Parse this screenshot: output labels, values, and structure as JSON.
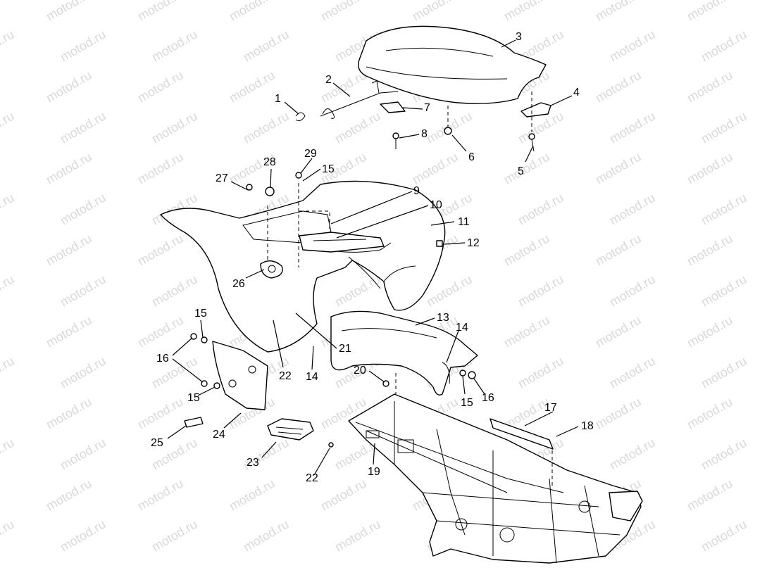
{
  "watermark": {
    "text": "motod.ru",
    "color": "#d9d9d9"
  },
  "callouts": [
    {
      "id": "c1",
      "label": "1"
    },
    {
      "id": "c2",
      "label": "2"
    },
    {
      "id": "c3",
      "label": "3"
    },
    {
      "id": "c4",
      "label": "4"
    },
    {
      "id": "c5",
      "label": "5"
    },
    {
      "id": "c6",
      "label": "6"
    },
    {
      "id": "c7",
      "label": "7"
    },
    {
      "id": "c8",
      "label": "8"
    },
    {
      "id": "c9",
      "label": "9"
    },
    {
      "id": "c10",
      "label": "10"
    },
    {
      "id": "c11",
      "label": "11"
    },
    {
      "id": "c12",
      "label": "12"
    },
    {
      "id": "c13",
      "label": "13"
    },
    {
      "id": "c14a",
      "label": "14"
    },
    {
      "id": "c14b",
      "label": "14"
    },
    {
      "id": "c15a",
      "label": "15"
    },
    {
      "id": "c15b",
      "label": "15"
    },
    {
      "id": "c15c",
      "label": "15"
    },
    {
      "id": "c15d",
      "label": "15"
    },
    {
      "id": "c16a",
      "label": "16"
    },
    {
      "id": "c16b",
      "label": "16"
    },
    {
      "id": "c17",
      "label": "17"
    },
    {
      "id": "c18",
      "label": "18"
    },
    {
      "id": "c19",
      "label": "19"
    },
    {
      "id": "c20",
      "label": "20"
    },
    {
      "id": "c21",
      "label": "21"
    },
    {
      "id": "c22a",
      "label": "22"
    },
    {
      "id": "c22b",
      "label": "22"
    },
    {
      "id": "c23",
      "label": "23"
    },
    {
      "id": "c24",
      "label": "24"
    },
    {
      "id": "c25",
      "label": "25"
    },
    {
      "id": "c26",
      "label": "26"
    },
    {
      "id": "c27",
      "label": "27"
    },
    {
      "id": "c28",
      "label": "28"
    },
    {
      "id": "c29",
      "label": "29"
    }
  ]
}
